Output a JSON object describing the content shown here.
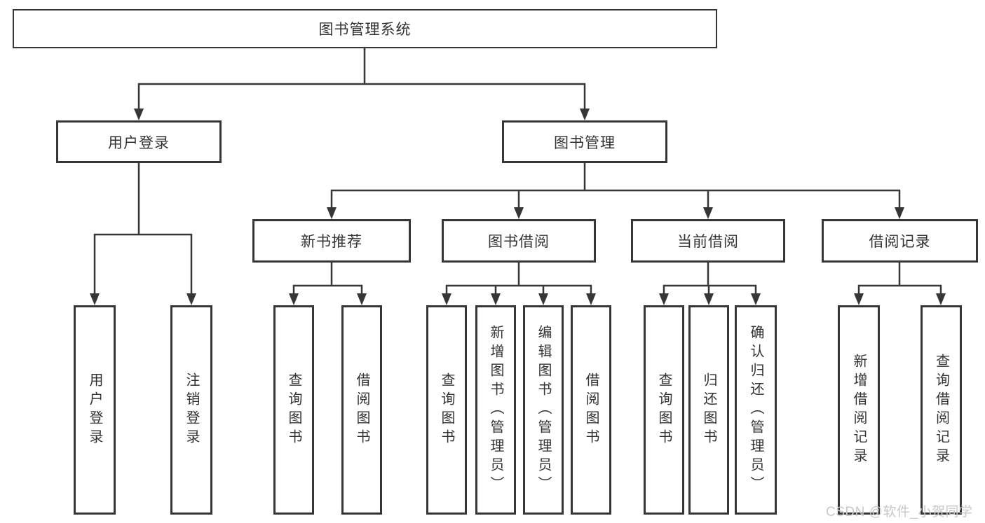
{
  "root": {
    "label": "图书管理系统"
  },
  "branches": [
    {
      "label": "用户登录",
      "children": [
        {
          "label": "用户登录"
        },
        {
          "label": "注销登录"
        }
      ]
    },
    {
      "label": "图书管理",
      "children": [
        {
          "label": "新书推荐",
          "children": [
            {
              "label": "查询图书"
            },
            {
              "label": "借阅图书"
            }
          ]
        },
        {
          "label": "图书借阅",
          "children": [
            {
              "label": "查询图书"
            },
            {
              "label": "新增图书（管理员）"
            },
            {
              "label": "编辑图书（管理员）"
            },
            {
              "label": "借阅图书"
            }
          ]
        },
        {
          "label": "当前借阅",
          "children": [
            {
              "label": "查询图书"
            },
            {
              "label": "归还图书"
            },
            {
              "label": "确认归还（管理员）"
            }
          ]
        },
        {
          "label": "借阅记录",
          "children": [
            {
              "label": "新增借阅记录"
            },
            {
              "label": "查询借阅记录"
            }
          ]
        }
      ]
    }
  ],
  "watermark": {
    "text": "CSDN @软件_小贺同学"
  },
  "colors": {
    "line": "#363636",
    "box_border": "#363636",
    "text": "#333333",
    "background": "#ffffff",
    "watermark": "#c8c8c8"
  }
}
